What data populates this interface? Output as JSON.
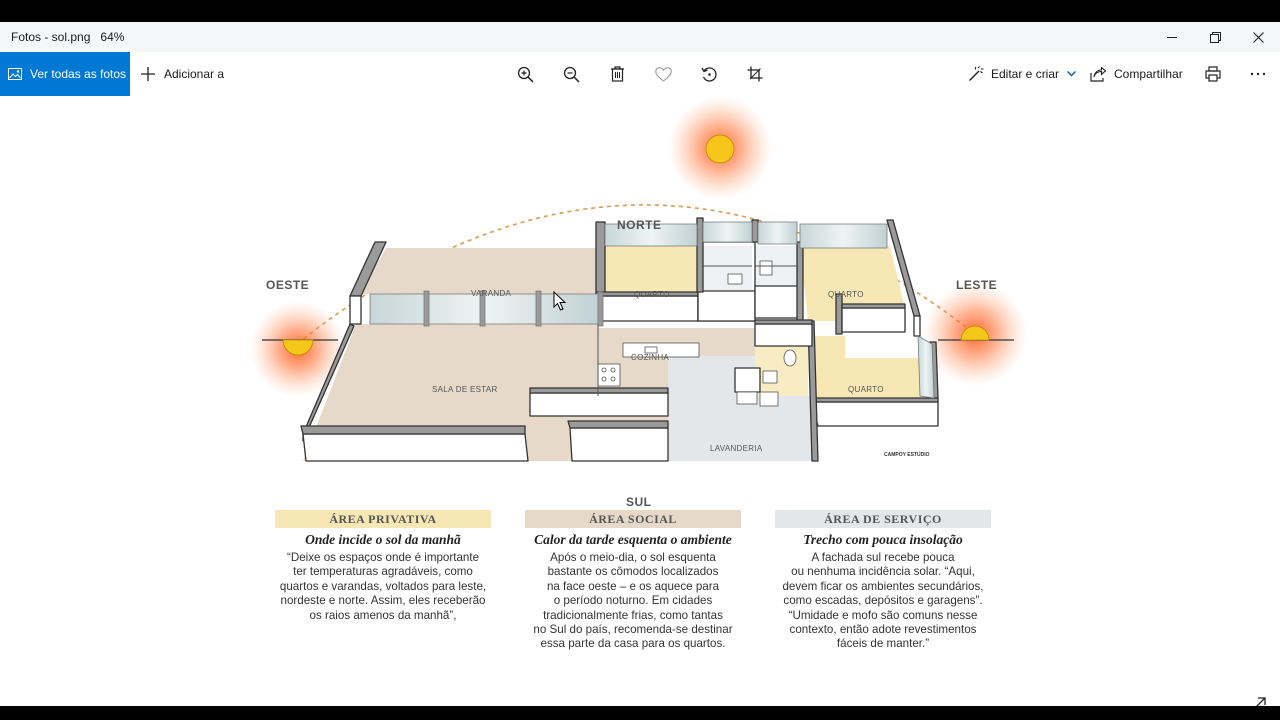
{
  "window": {
    "title": "Fotos - sol.png",
    "zoom": "64%"
  },
  "toolbar": {
    "view_all": "Ver todas as fotos",
    "add_to": "Adicionar a",
    "edit_create": "Editar e criar",
    "share": "Compartilhar"
  },
  "icons": {
    "zoom_in": "zoom-in-icon",
    "zoom_out": "zoom-out-icon",
    "delete": "trash-icon",
    "favorite": "heart-icon",
    "rotate": "rotate-icon",
    "crop": "crop-icon",
    "print": "printer-icon",
    "more": "more-icon",
    "expand": "expand-icon"
  },
  "colors": {
    "accent": "#0078d4",
    "area_privativa": "#f6e7b4",
    "area_social": "#e6d9c9",
    "area_servico": "#e4e7ea",
    "sun": "#f7c61b",
    "sun_glow": "#ff6a2a"
  },
  "image": {
    "directions": {
      "north": "NORTE",
      "south": "SUL",
      "east": "LESTE",
      "west": "OESTE"
    },
    "rooms": {
      "varanda": "VARANDA",
      "quarto_1": "QUARTO",
      "quarto_2": "QUARTO",
      "quarto_3": "QUARTO",
      "cozinha": "COZINHA",
      "sala": "SALA DE ESTAR",
      "lavanderia": "LAVANDERIA"
    },
    "credit": "CAMPOY ESTÚDIO",
    "sections": [
      {
        "heading": "ÁREA PRIVATIVA",
        "subtitle": "Onde incide o sol da manhã",
        "lines": [
          "“Deixe os espaços onde é importante",
          "ter temperaturas agradáveis, como",
          "quartos e varandas, voltados para leste,",
          "nordeste e norte. Assim, eles receberão",
          "os raios amenos da manhã”,"
        ]
      },
      {
        "heading": "ÁREA SOCIAL",
        "subtitle": "Calor da tarde esquenta o ambiente",
        "lines": [
          "Após o meio-dia, o sol esquenta",
          "bastante os cômodos localizados",
          "na face oeste – e os aquece para",
          "o período noturno. Em cidades",
          "tradicionalmente frias, como tantas",
          "no Sul do país, recomenda-se destinar",
          "essa parte da casa para os quartos."
        ]
      },
      {
        "heading": "ÁREA DE SERVIÇO",
        "subtitle": "Trecho com pouca insolação",
        "lines": [
          "A fachada sul recebe pouca",
          "ou nenhuma incidência solar. “Aqui,",
          "devem ficar os ambientes secundários,",
          "como escadas, depósitos e garagens”.",
          "“Umidade e mofo são comuns nesse",
          "contexto, então adote revestimentos",
          "fáceis de manter.”"
        ]
      }
    ]
  }
}
